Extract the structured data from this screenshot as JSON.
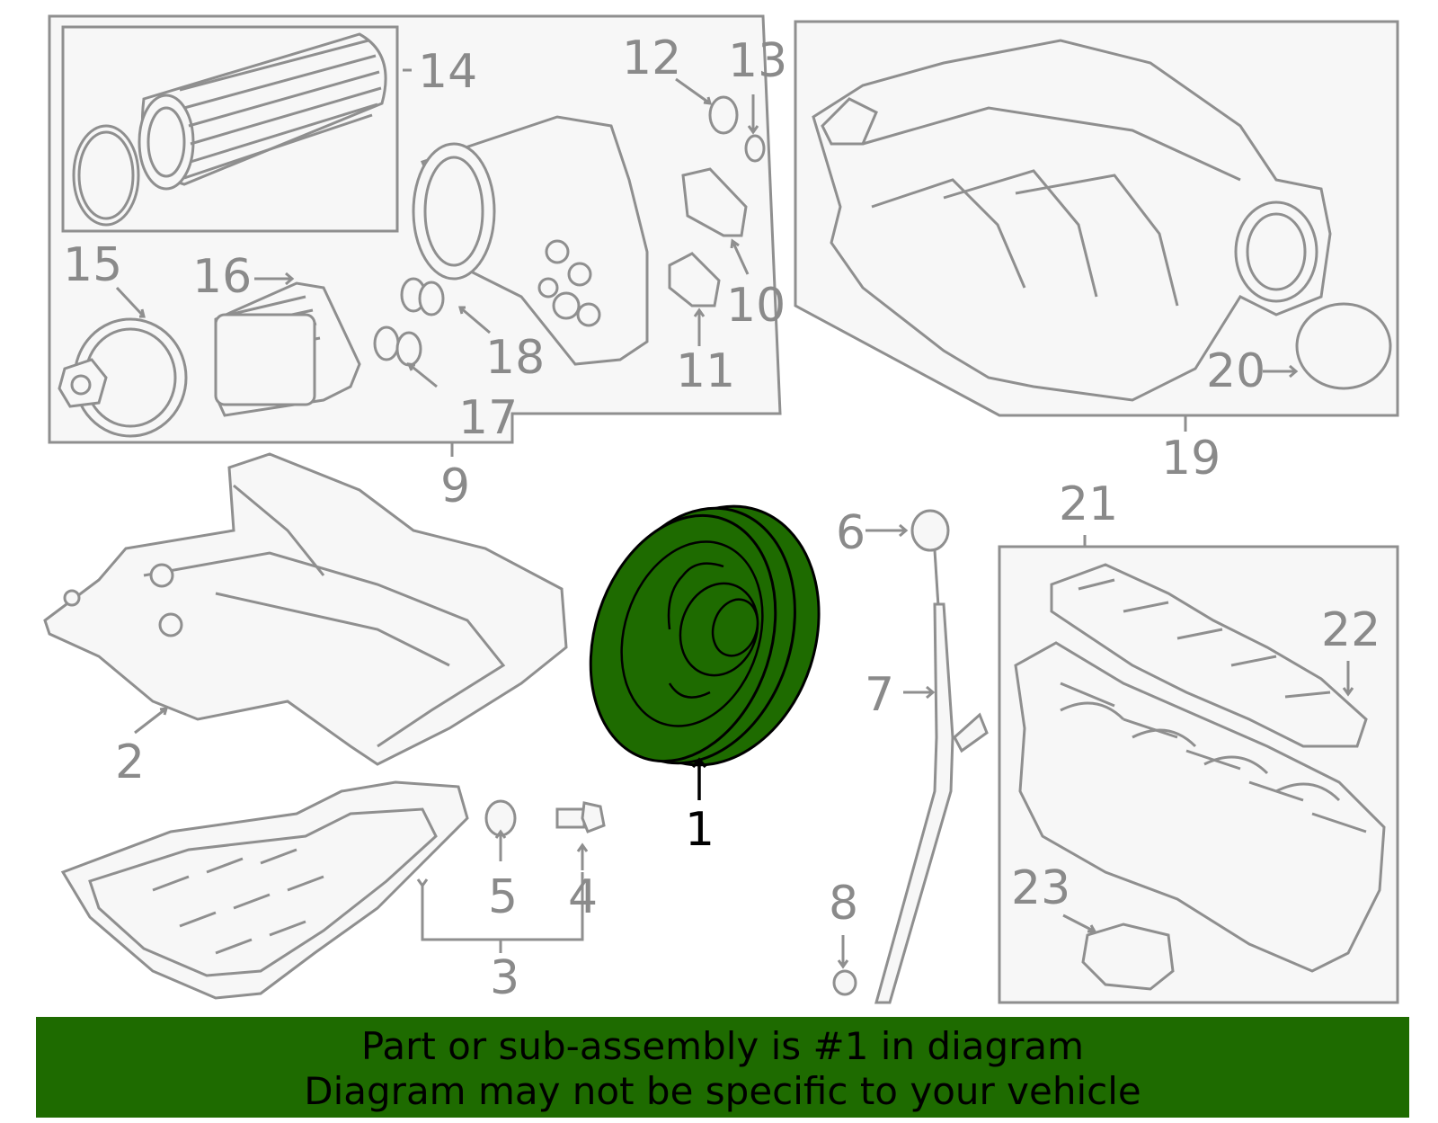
{
  "colors": {
    "highlight": "#1e6b00",
    "line": "#8f8f8f",
    "label": "#8a8a8a",
    "highlight_label": "#000000",
    "part_fill": "#f7f7f7"
  },
  "diagram": {
    "highlighted_part": "1",
    "callouts": [
      "1",
      "2",
      "3",
      "4",
      "5",
      "6",
      "7",
      "8",
      "9",
      "10",
      "11",
      "12",
      "13",
      "14",
      "15",
      "16",
      "17",
      "18",
      "19",
      "20",
      "21",
      "22",
      "23"
    ]
  },
  "banner": {
    "line1": "Part or sub-assembly is #1 in diagram",
    "line2": "Diagram may not be specific to your vehicle"
  }
}
